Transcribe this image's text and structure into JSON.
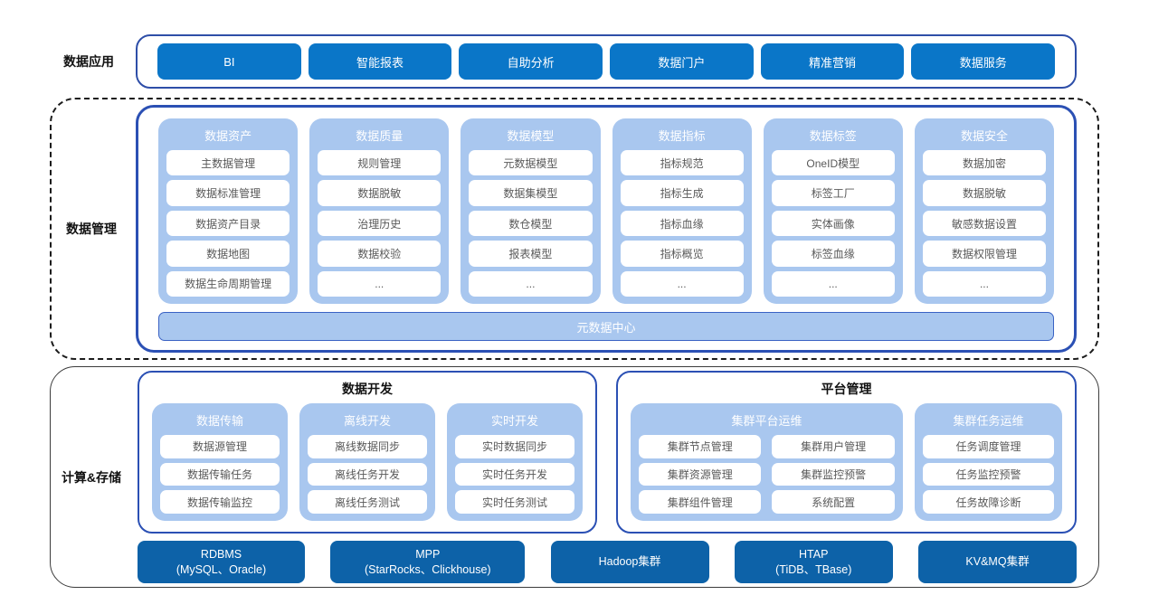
{
  "colors": {
    "app_button_blue": "#0a76c8",
    "engine_button_blue": "#0d62a8",
    "column_light_blue": "#a9c7ef",
    "container_border_blue": "#2b50b4",
    "dashed_outline_black": "#1c1c1c"
  },
  "app_layer": {
    "label": "数据应用",
    "apps": [
      "BI",
      "智能报表",
      "自助分析",
      "数据门户",
      "精准营销",
      "数据服务"
    ]
  },
  "management_layer": {
    "label": "数据管理",
    "columns": [
      {
        "title": "数据资产",
        "items": [
          "主数据管理",
          "数据标准管理",
          "数据资产目录",
          "数据地图",
          "数据生命周期管理"
        ]
      },
      {
        "title": "数据质量",
        "items": [
          "规则管理",
          "数据脱敏",
          "治理历史",
          "数据校验",
          "..."
        ]
      },
      {
        "title": "数据模型",
        "items": [
          "元数据模型",
          "数据集模型",
          "数仓模型",
          "报表模型",
          "..."
        ]
      },
      {
        "title": "数据指标",
        "items": [
          "指标规范",
          "指标生成",
          "指标血缘",
          "指标概览",
          "..."
        ]
      },
      {
        "title": "数据标签",
        "items": [
          "OneID模型",
          "标签工厂",
          "实体画像",
          "标签血缘",
          "..."
        ]
      },
      {
        "title": "数据安全",
        "items": [
          "数据加密",
          "数据脱敏",
          "敏感数据设置",
          "数据权限管理",
          "..."
        ]
      }
    ],
    "footer_bar": "元数据中心"
  },
  "compute_layer": {
    "label": "计算&存储",
    "data_dev": {
      "title": "数据开发",
      "columns": [
        {
          "title": "数据传输",
          "items": [
            "数据源管理",
            "数据传输任务",
            "数据传输监控"
          ]
        },
        {
          "title": "离线开发",
          "items": [
            "离线数据同步",
            "离线任务开发",
            "离线任务测试"
          ]
        },
        {
          "title": "实时开发",
          "items": [
            "实时数据同步",
            "实时任务开发",
            "实时任务测试"
          ]
        }
      ]
    },
    "platform_mgmt": {
      "title": "平台管理",
      "cluster_platform": {
        "title": "集群平台运维",
        "items": [
          "集群节点管理",
          "集群用户管理",
          "集群资源管理",
          "集群监控预警",
          "集群组件管理",
          "系统配置"
        ]
      },
      "cluster_task": {
        "title": "集群任务运维",
        "items": [
          "任务调度管理",
          "任务监控预警",
          "任务故障诊断"
        ]
      }
    },
    "storage_engines": [
      {
        "line1": "RDBMS",
        "line2": "(MySQL、Oracle)"
      },
      {
        "line1": "MPP",
        "line2": "(StarRocks、Clickhouse)"
      },
      {
        "line1": "Hadoop集群",
        "line2": ""
      },
      {
        "line1": "HTAP",
        "line2": "(TiDB、TBase)"
      },
      {
        "line1": "KV&MQ集群",
        "line2": ""
      }
    ]
  }
}
